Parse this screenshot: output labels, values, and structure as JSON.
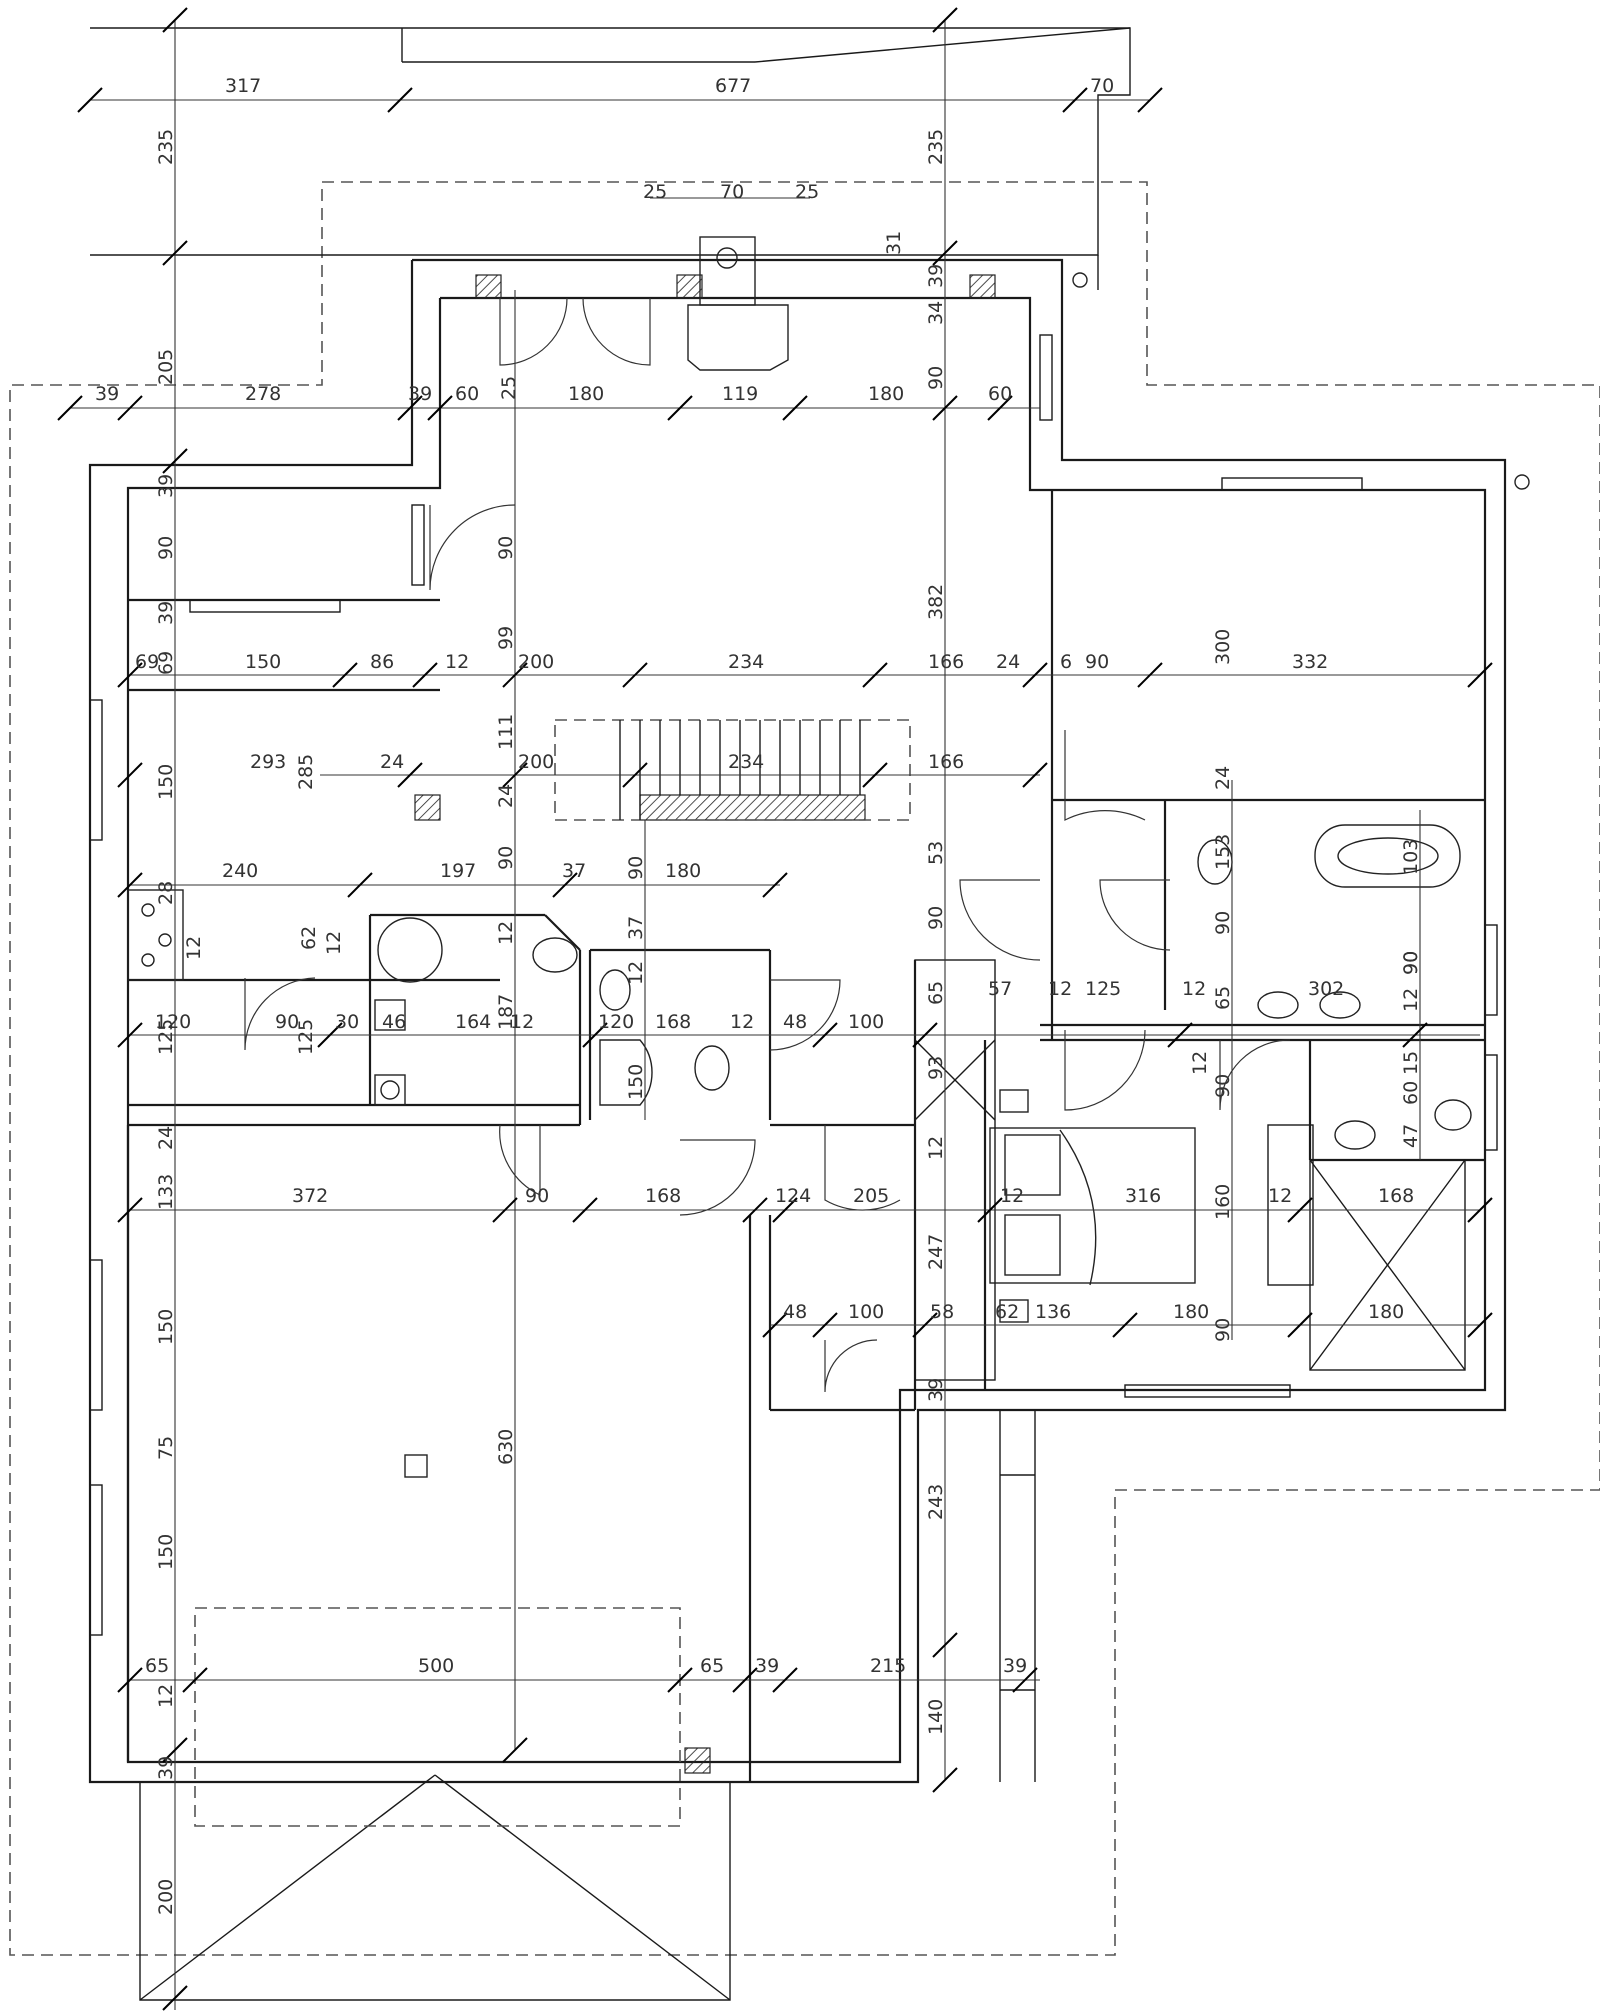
{
  "drawing": {
    "colors": {
      "line": "#1a1a1a",
      "dim": "#333333",
      "background": "#ffffff"
    }
  },
  "dimensions": {
    "top_row": [
      "317",
      "677",
      "70"
    ],
    "chimney": [
      "25",
      "70",
      "25"
    ],
    "vert_left_top": [
      "235",
      "205"
    ],
    "vert_right_top": [
      "235",
      "31",
      "39",
      "34",
      "90"
    ],
    "row_278": [
      "39",
      "278",
      "39",
      "60",
      "25",
      "180",
      "119",
      "180",
      "60"
    ],
    "vert_left_2": [
      "39",
      "90",
      "39",
      "69"
    ],
    "vert_col2": [
      "90",
      "99",
      "111",
      "24",
      "90",
      "12"
    ],
    "row_150": [
      "69",
      "150",
      "86",
      "12",
      "200",
      "234",
      "166",
      "24",
      "6",
      "90",
      "332"
    ],
    "vert_col_mid": [
      "382",
      "53",
      "90",
      "65",
      "93",
      "12",
      "247",
      "39",
      "243",
      "140"
    ],
    "row_293": [
      "293",
      "285",
      "24",
      "200",
      "234",
      "166"
    ],
    "vert_right_block": [
      "300",
      "24",
      "153",
      "90",
      "12",
      "90",
      "160",
      "90"
    ],
    "row_240": [
      "240",
      "197",
      "37",
      "90",
      "180"
    ],
    "vert_small": [
      "150",
      "28",
      "62",
      "12",
      "12",
      "37",
      "12",
      "150",
      "187"
    ],
    "row_120": [
      "120",
      "90",
      "30",
      "46",
      "164",
      "12",
      "120",
      "168",
      "12",
      "48",
      "100"
    ],
    "row_right_mid": [
      "57",
      "12",
      "125",
      "12",
      "65",
      "302",
      "12",
      "90",
      "15",
      "60",
      "47"
    ],
    "vert_left_3": [
      "125",
      "125",
      "24",
      "133",
      "150",
      "75",
      "150",
      "12",
      "39",
      "200"
    ],
    "row_372": [
      "372",
      "90",
      "168",
      "124",
      "205",
      "12",
      "316",
      "12",
      "168"
    ],
    "row_48b": [
      "48",
      "100",
      "58",
      "62",
      "136",
      "180",
      "180"
    ],
    "vert_center": [
      "630"
    ],
    "row_500": [
      "65",
      "500",
      "65",
      "39",
      "215",
      "39"
    ],
    "vert_bath": [
      "103",
      "90"
    ],
    "misc": [
      "12",
      "24",
      "12",
      "103"
    ]
  }
}
